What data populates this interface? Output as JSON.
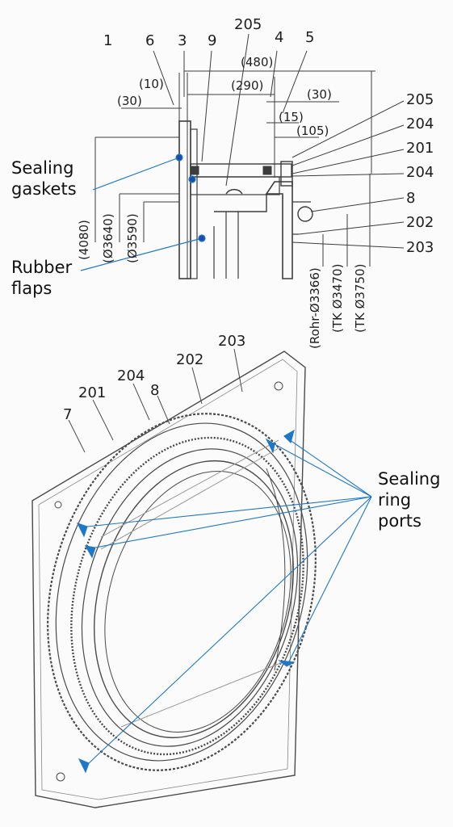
{
  "section_view": {
    "top_numbers": [
      "1",
      "6",
      "3",
      "9",
      "205",
      "4",
      "5"
    ],
    "dimensions": [
      "(480)",
      "(290)",
      "(10)",
      "(30)",
      "(30)",
      "(15)",
      "(105)"
    ],
    "right_callouts": [
      "205",
      "204",
      "201",
      "204",
      "8",
      "202",
      "203"
    ],
    "left_labels": [
      "Sealing gaskets",
      "Rubber flaps"
    ],
    "vertical_dims_left": [
      "(4080)",
      "(Ø3640)",
      "(Ø3590)"
    ],
    "vertical_dims_right": [
      "(Rohr-Ø3366)",
      "(TK Ø3470)",
      "(TK Ø3750)"
    ]
  },
  "iso_view": {
    "callouts": [
      "203",
      "202",
      "204",
      "8",
      "201",
      "7"
    ],
    "ports_label": "Sealing ring ports"
  },
  "colors": {
    "arrow": "#1e78c8",
    "line": "#4a4a4a",
    "gasket": "#1a4ea8"
  }
}
